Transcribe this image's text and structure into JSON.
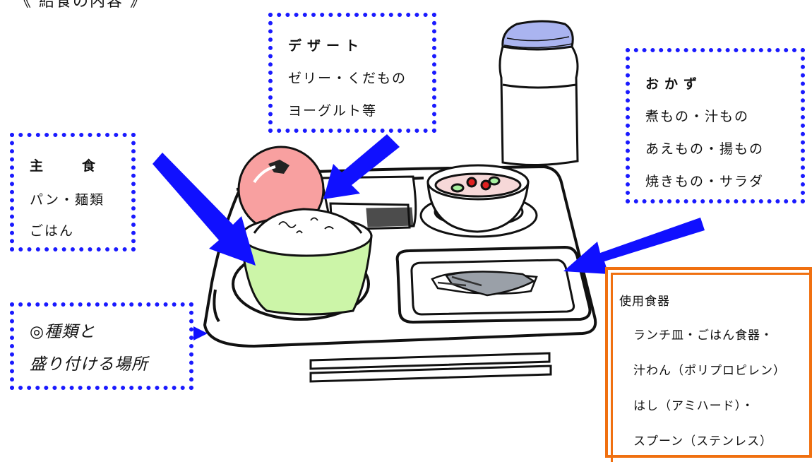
{
  "header": {
    "title": "《 給食の内容 》"
  },
  "dessert": {
    "title": "デザート",
    "line1": "ゼリー・くだもの",
    "line2": "ヨーグルト等"
  },
  "staple": {
    "title": "主　食",
    "line1": "パン・麺類",
    "line2": "ごはん"
  },
  "side_dishes": {
    "title": "おかず",
    "line1": "煮もの・汁もの",
    "line2": "あえもの・揚もの",
    "line3": "焼きもの・サラダ"
  },
  "note": {
    "line1": "◎種類と",
    "line2": "盛り付ける場所"
  },
  "utensils": {
    "title": "使用食器",
    "line1": "ランチ皿・ごはん食器・",
    "line2": "汁わん（ポリプロピレン）",
    "line3": "はし（アミハード）・",
    "line4": "スプーン（ステンレス）"
  },
  "colors": {
    "label_border": "#1a1aff",
    "arrow": "#1010ff",
    "utensil_border": "#f07010",
    "rice_bowl": "#ccf5a8",
    "orange": "#f8a0a0",
    "milk_cap": "#aab4f0"
  }
}
